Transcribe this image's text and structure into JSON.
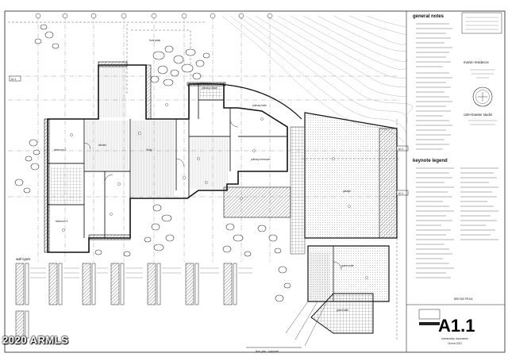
{
  "sheet": {
    "sheet_number": "A1.1",
    "general_notes_title": "general notes",
    "keynote_legend_title": "keynote legend",
    "project_name": "marvin residence",
    "firm_name": "cole+bowser studio",
    "drawing_title": "floor plan - proposed",
    "issue_label": "construction documents",
    "issue_date": "16 mar 2021",
    "project_code": "BRR 505 PRJ#3",
    "detail_title": "wall types",
    "section_marks": [
      "A1.1",
      "A1.1",
      "A1.1"
    ]
  },
  "rooms": [
    {
      "label": "front patio"
    },
    {
      "label": "primary closet"
    },
    {
      "label": "primary bath"
    },
    {
      "label": "primary bedroom"
    },
    {
      "label": "kitchen"
    },
    {
      "label": "living"
    },
    {
      "label": "bedroom 2"
    },
    {
      "label": "bedroom 3"
    },
    {
      "label": "garage"
    },
    {
      "label": "guest suite"
    },
    {
      "label": "guest bath"
    }
  ],
  "watermark": "2020 ARMLS"
}
